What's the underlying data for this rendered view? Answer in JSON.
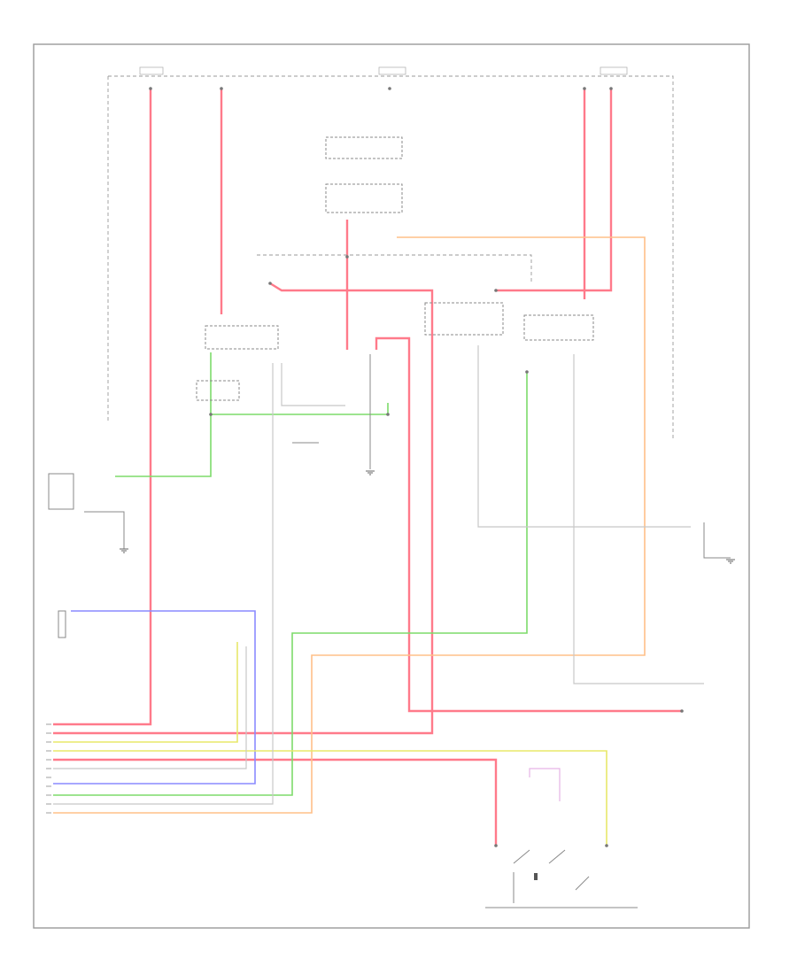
{
  "page_label": "",
  "components": [
    {
      "id": "fuse_left",
      "lines": [
        "",
        ""
      ]
    },
    {
      "id": "fuse_center",
      "lines": [
        "",
        ""
      ]
    },
    {
      "id": "fuse_right",
      "lines": [
        "",
        ""
      ]
    }
  ],
  "colors": {
    "frame": "#9a9a9a",
    "red_wire": "#ff7a8a",
    "green_wire": "#7ddb6a",
    "blue_wire": "#8a8aff",
    "orange_wire": "#ffc089",
    "yellow_wire": "#e8e86a",
    "gray_wire": "#c8c8c8"
  },
  "icons": [
    "ground-icon",
    "relay-icon",
    "switch-icon",
    "motor-icon"
  ]
}
